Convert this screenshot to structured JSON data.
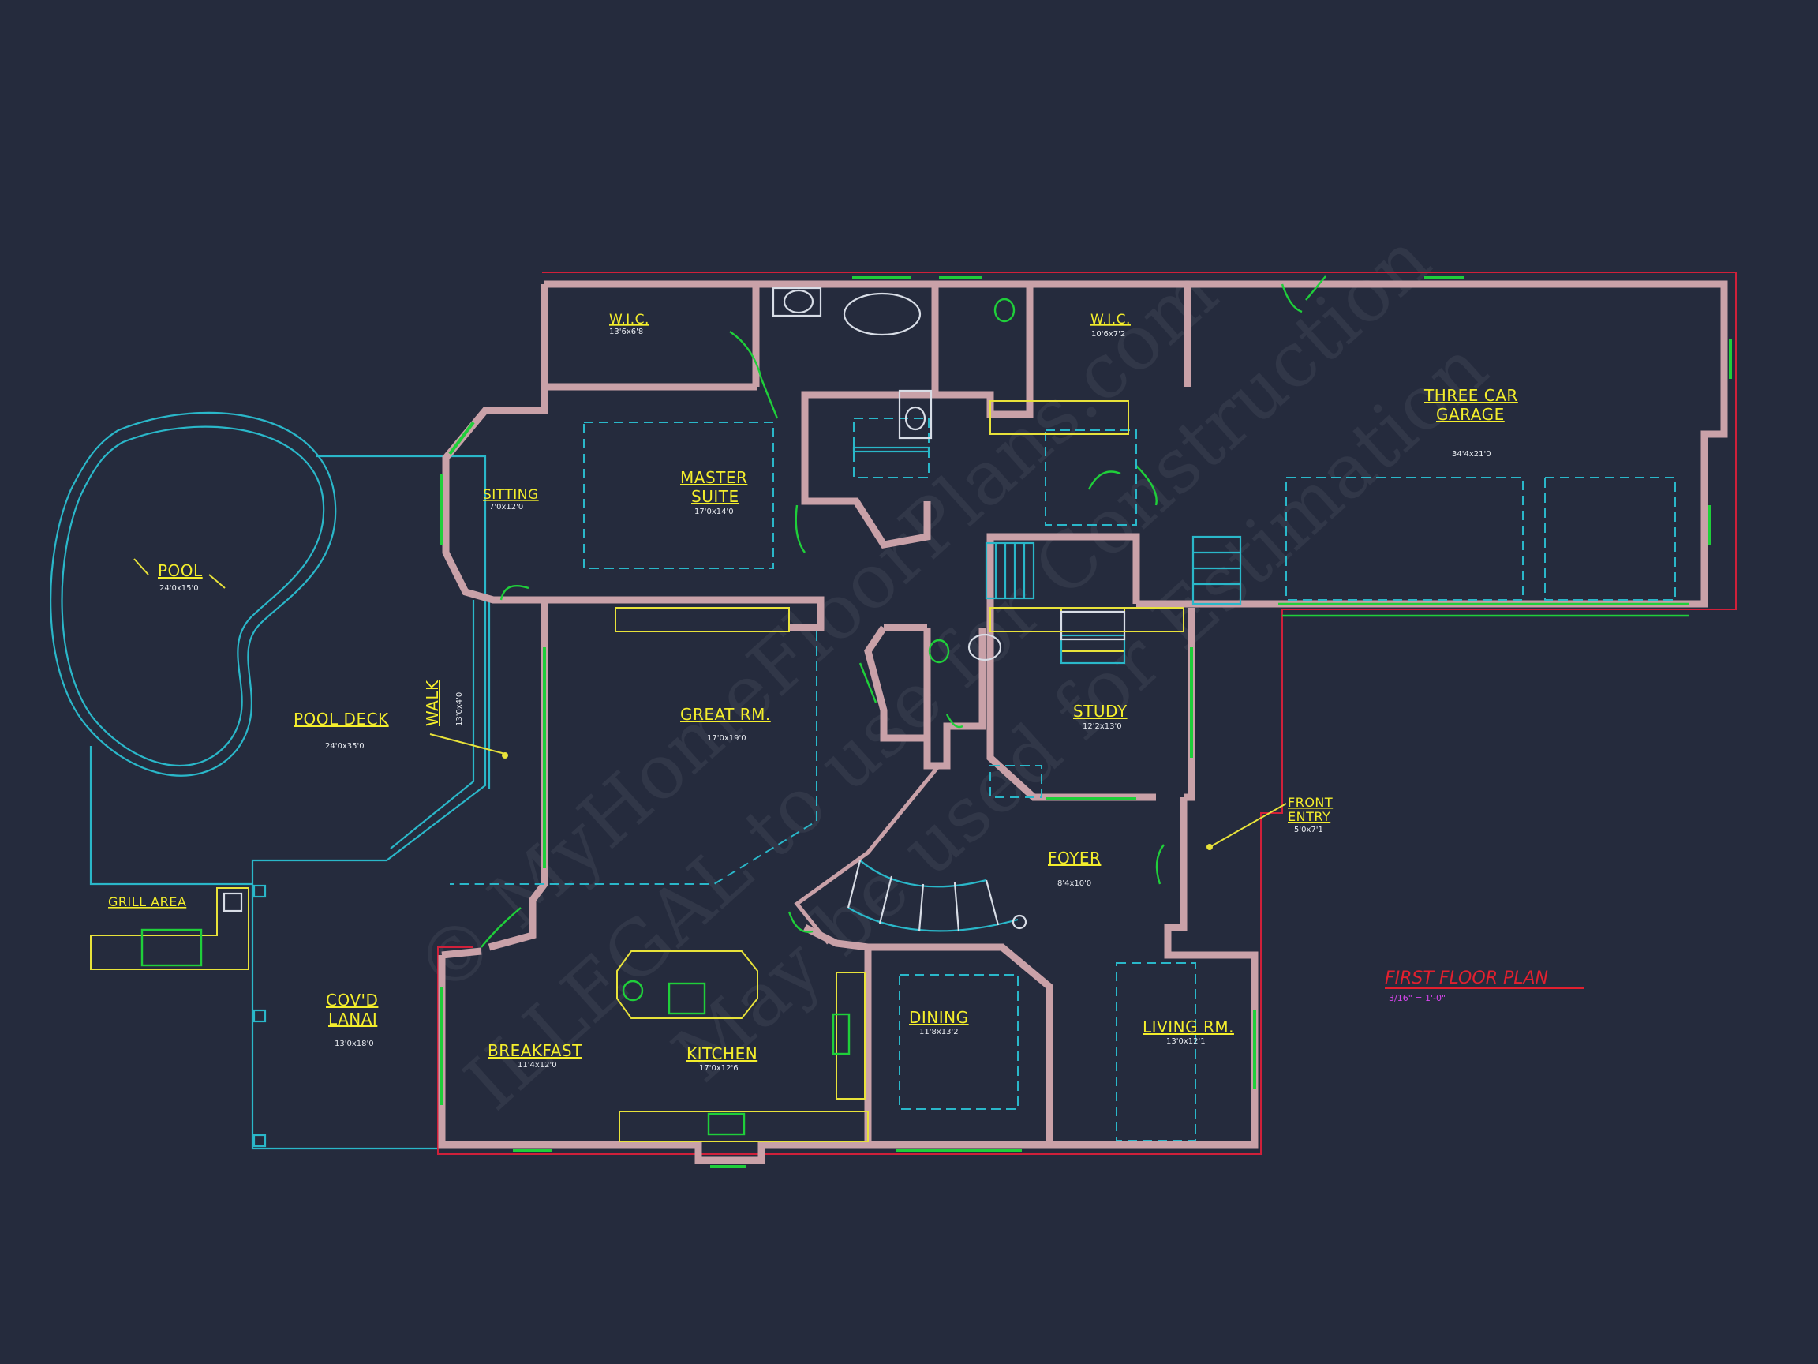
{
  "plan": {
    "title": "FIRST FLOOR PLAN",
    "scale": "3/16\" = 1'-0\""
  },
  "rooms": {
    "pool": {
      "name": "POOL",
      "dims": "24'0x15'0"
    },
    "pool_deck": {
      "name": "POOL DECK",
      "dims": "24'0x35'0"
    },
    "walk": {
      "name": "WALK",
      "dims": "13'0x4'0"
    },
    "grill_area": {
      "name": "GRILL AREA"
    },
    "covd_lanai": {
      "name_line1": "COV'D",
      "name_line2": "LANAI",
      "dims": "13'0x18'0"
    },
    "wic_left": {
      "name": "W.I.C.",
      "dims": "13'6x6'8"
    },
    "wic_right": {
      "name": "W.I.C.",
      "dims": "10'6x7'2"
    },
    "sitting": {
      "name": "SITTING",
      "dims": "7'0x12'0"
    },
    "master_suite": {
      "name_line1": "MASTER",
      "name_line2": "SUITE",
      "dims": "17'0x14'0"
    },
    "garage": {
      "name_line1": "THREE CAR",
      "name_line2": "GARAGE",
      "dims": "34'4x21'0"
    },
    "great_rm": {
      "name": "GREAT RM.",
      "dims": "17'0x19'0"
    },
    "study": {
      "name": "STUDY",
      "dims": "12'2x13'0"
    },
    "front_entry": {
      "name_line1": "FRONT",
      "name_line2": "ENTRY",
      "dims": "5'0x7'1"
    },
    "foyer": {
      "name": "FOYER",
      "dims": "8'4x10'0"
    },
    "breakfast": {
      "name": "BREAKFAST",
      "dims": "11'4x12'0"
    },
    "kitchen": {
      "name": "KITCHEN",
      "dims": "17'0x12'6"
    },
    "dining": {
      "name": "DINING",
      "dims": "11'8x13'2"
    },
    "living_rm": {
      "name": "LIVING RM.",
      "dims": "13'0x12'1"
    }
  },
  "watermark": {
    "line1": "© MyHomeFloorPlans.com",
    "line2": "ILLEGAL to use for Construction",
    "line3": "May be used for Estimation"
  },
  "colors": {
    "background": "#252b3d",
    "wall": "#c9a1a8",
    "label": "#f4ee2c",
    "window": "#1fcf3a",
    "outline": "#2ab7c9",
    "title": "#e2202f",
    "scale": "#d946ef"
  }
}
